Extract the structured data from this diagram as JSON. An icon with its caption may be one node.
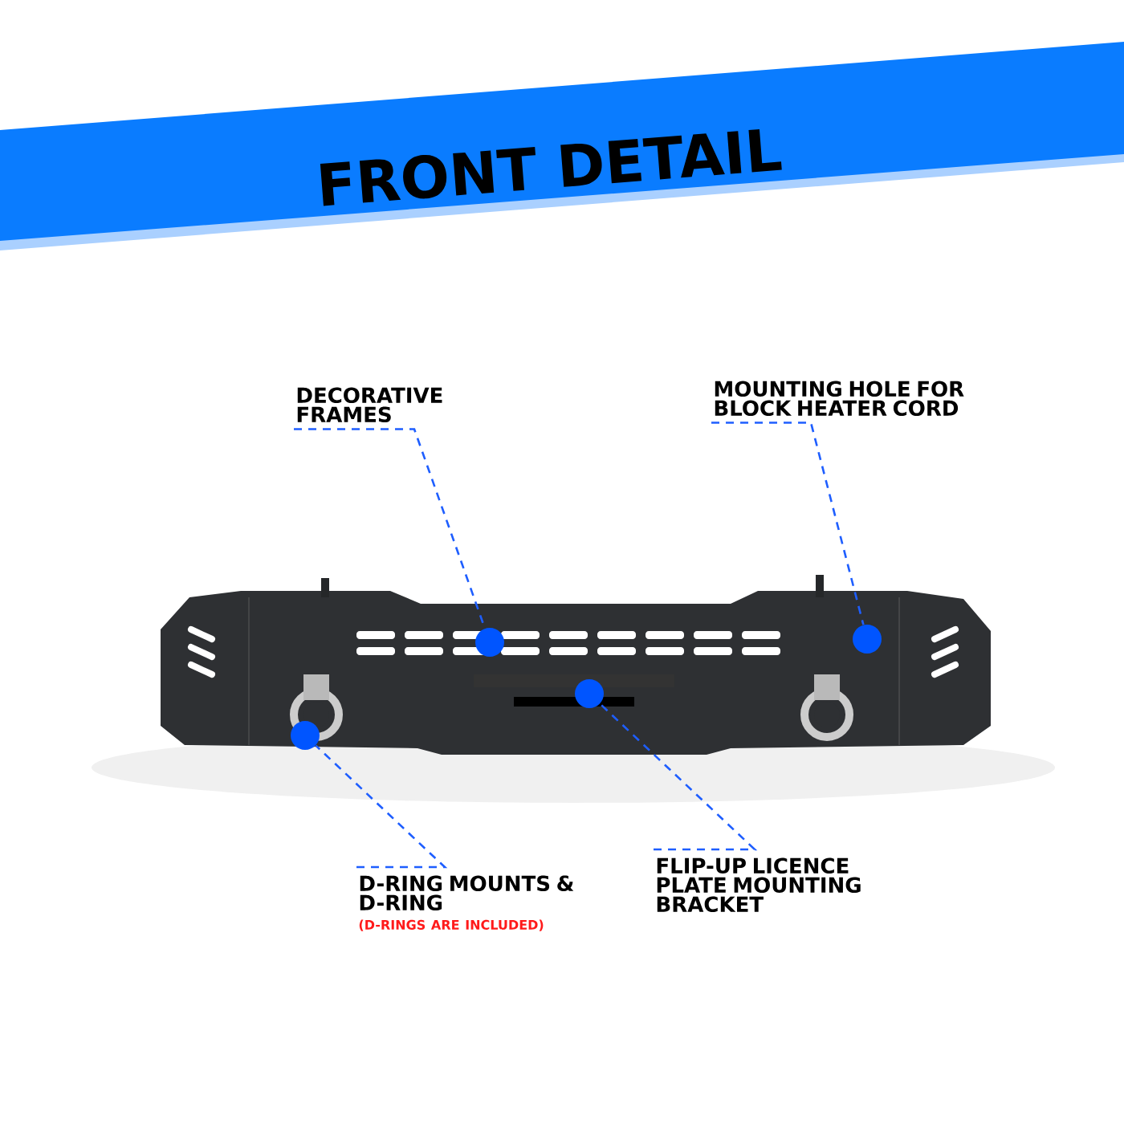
{
  "diagram": {
    "title": "FRONT DETAIL",
    "nodes": [
      {
        "text": [],
        "shape": "picture"
      },
      {
        "text": [
          "DECORATIVE FRAMES"
        ]
      },
      {
        "text": [
          "MOUNTING HOLE FOR BLOCK HEATER CORD"
        ]
      },
      {
        "text": [
          "D-RING MOUNTS & D-RING",
          "(D-RINGS ARE INCLUDED)"
        ]
      },
      {
        "text": [
          "FLIP-UP LICENCE PLATE MOUNTING BRACKET"
        ]
      },
      {
        "text": [],
        "shape": "circle",
        "in": 0
      },
      {
        "text": [],
        "shape": "circle",
        "in": 0
      },
      {
        "text": [],
        "shape": "circle",
        "in": 0
      },
      {
        "text": [],
        "shape": "circle",
        "in": 0
      }
    ],
    "edges": [
      {
        "from": 1,
        "to": 6,
        "arrow": "none",
        "style": "dashed"
      },
      {
        "from": 2,
        "to": 8,
        "arrow": "none",
        "style": "dashed"
      },
      {
        "from": 3,
        "to": 5,
        "arrow": "none",
        "style": "dashed"
      },
      {
        "from": 4,
        "to": 7,
        "arrow": "none",
        "style": "dashed"
      }
    ]
  }
}
